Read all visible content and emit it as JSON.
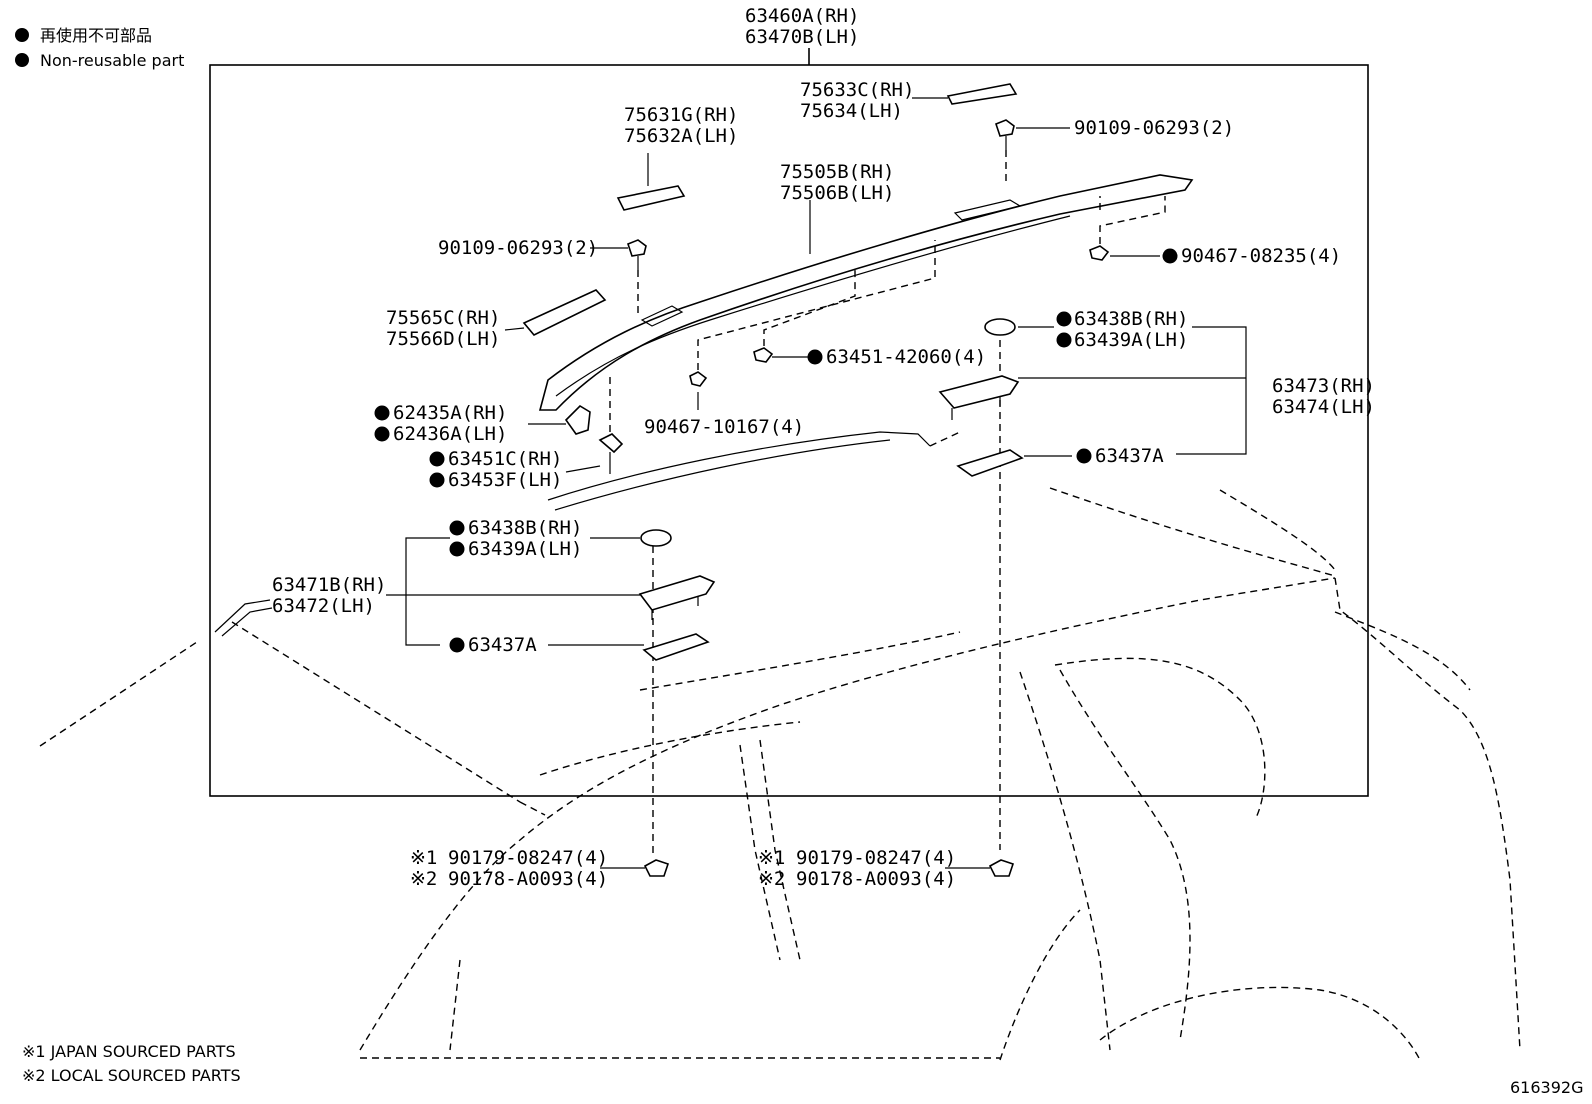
{
  "legend": {
    "marker_jp": "再使用不可部品",
    "marker_en": "Non-reusable part",
    "note1": "※1  JAPAN SOURCED PARTS",
    "note2": "※2  LOCAL SOURCED PARTS"
  },
  "figure_number": "616392G",
  "callouts": {
    "rail_assy_rh": "63460A(RH)",
    "rail_assy_lh": "63470B(LH)",
    "cover_rear_rh": "75633C(RH)",
    "cover_rear_lh": "75634(LH)",
    "bolt_rear": "90109-06293(2)",
    "cover_mid_rh": "75631G(RH)",
    "cover_mid_lh": "75632A(LH)",
    "rail_rh": "75505B(RH)",
    "rail_lh": "75506B(LH)",
    "bolt_front": "90109-06293(2)",
    "clip_rear": "90467-08235(4)",
    "cover_front_rh": "75565C(RH)",
    "cover_front_lh": "75566D(LH)",
    "pad_rear_rh": "63438B(RH)",
    "pad_rear_lh": "63439A(LH)",
    "nut_clip": "63451-42060(4)",
    "leg_rear_rh": "63473(RH)",
    "leg_rear_lh": "63474(LH)",
    "end_cap_rh": "62435A(RH)",
    "end_cap_lh": "62436A(LH)",
    "clip_mid": "90467-10167(4)",
    "gasket_rear": "63437A",
    "stud_rh": "63451C(RH)",
    "stud_lh": "63453F(LH)",
    "pad_front_rh": "63438B(RH)",
    "pad_front_lh": "63439A(LH)",
    "leg_front_rh": "63471B(RH)",
    "leg_front_lh": "63472(LH)",
    "gasket_front": "63437A",
    "nut_left_1": "90179-08247(4)",
    "nut_left_2": "90178-A0093(4)",
    "nut_right_1": "90179-08247(4)",
    "nut_right_2": "90178-A0093(4)",
    "mark1": "※1",
    "mark2": "※2"
  }
}
